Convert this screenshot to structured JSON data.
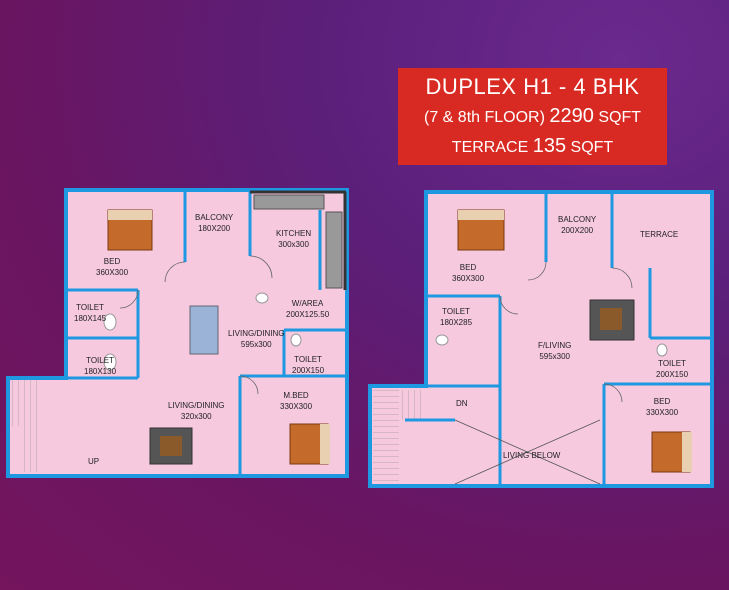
{
  "banner": {
    "line1": "DUPLEX  H1 - 4 BHK",
    "line2_prefix": "(7 & 8th FLOOR)",
    "line2_value": "2290",
    "line2_unit": "SQFT",
    "line3_prefix": "TERRACE",
    "line3_value": "135",
    "line3_unit": "SQFT"
  },
  "lower_floor": {
    "rooms": {
      "bed": {
        "name": "BED",
        "size": "360X300"
      },
      "balcony": {
        "name": "BALCONY",
        "size": "180X200"
      },
      "kitchen": {
        "name": "KITCHEN",
        "size": "300x300"
      },
      "toilet1": {
        "name": "TOILET",
        "size": "180X145"
      },
      "warea": {
        "name": "W/AREA",
        "size": "200X125.50"
      },
      "living_dining1": {
        "name": "LIVING/DINING",
        "size": "595x300"
      },
      "toilet2": {
        "name": "TOILET",
        "size": "180X130"
      },
      "toilet3": {
        "name": "TOILET",
        "size": "200X150"
      },
      "mbed": {
        "name": "M.BED",
        "size": "330X300"
      },
      "living_dining2": {
        "name": "LIVING/DINING",
        "size": "320x300"
      },
      "up": "UP"
    }
  },
  "upper_floor": {
    "rooms": {
      "bed": {
        "name": "BED",
        "size": "360X300"
      },
      "balcony": {
        "name": "BALCONY",
        "size": "200X200"
      },
      "terrace": {
        "name": "TERRACE"
      },
      "toilet1": {
        "name": "TOILET",
        "size": "180X285"
      },
      "fliving": {
        "name": "F/LIVING",
        "size": "595x300"
      },
      "toilet2": {
        "name": "TOILET",
        "size": "200X150"
      },
      "bed2": {
        "name": "BED",
        "size": "330X300"
      },
      "dn": "DN",
      "living_below": "LIVING BELOW"
    }
  },
  "colors": {
    "floor": "#f6c9df",
    "wall": "#1e98e0",
    "banner": "#d82a22"
  }
}
